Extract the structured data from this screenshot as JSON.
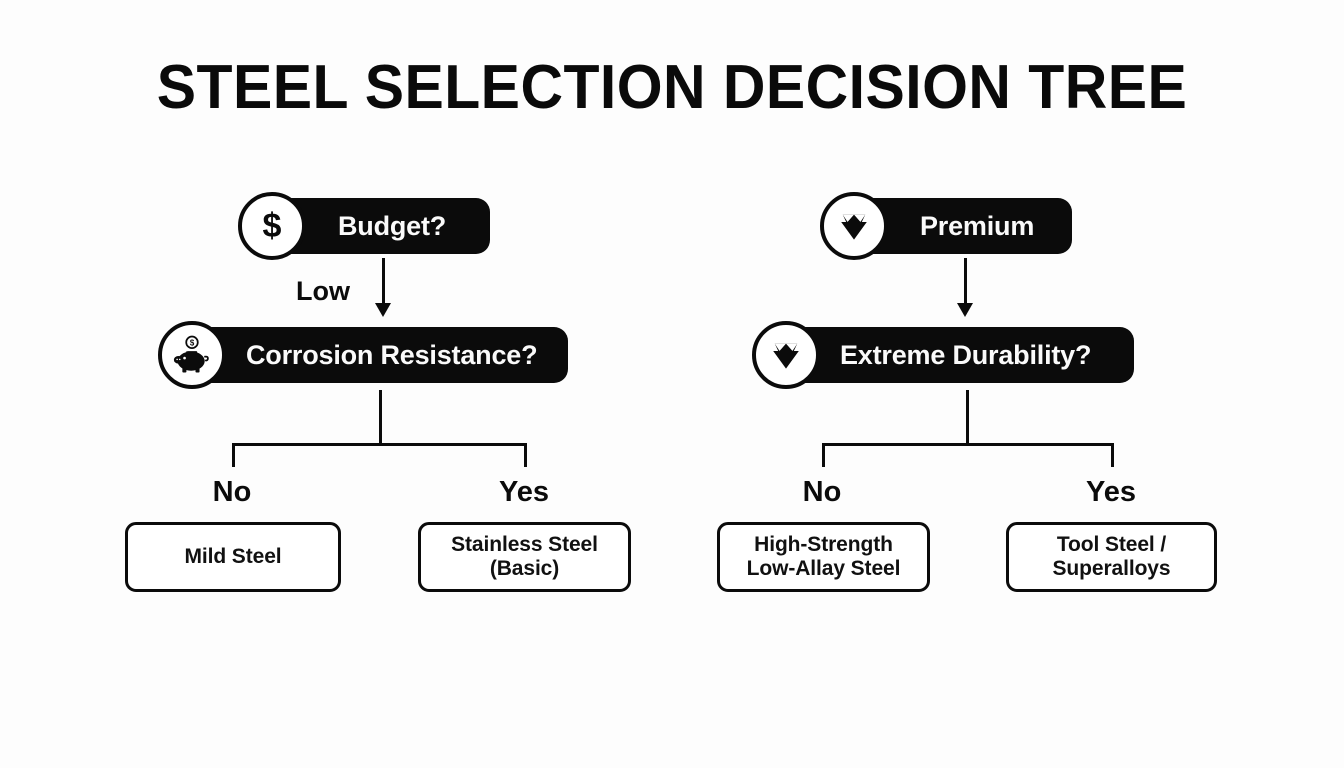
{
  "title": "STEEL SELECTION DECISION TREE",
  "theme": {
    "background": "#fdfdfd",
    "node_fill": "#0b0b0b",
    "node_text": "#fafafa",
    "line": "#0b0b0b",
    "leaf_border": "#0b0b0b",
    "leaf_fill": "#ffffff",
    "leaf_text": "#111111"
  },
  "branches": [
    {
      "id": "budget",
      "root": {
        "label": "Budget?",
        "icon": "dollar-coin-icon"
      },
      "edge_label": "Low",
      "question": {
        "label": "Corrosion Resistance?",
        "icon": "piggy-bank-icon"
      },
      "outcomes": [
        {
          "branch_label": "No",
          "line1": "Mild Steel",
          "line2": ""
        },
        {
          "branch_label": "Yes",
          "line1": "Stainless Steel",
          "line2": "(Basic)"
        }
      ]
    },
    {
      "id": "premium",
      "root": {
        "label": "Premium",
        "icon": "diamond-icon"
      },
      "edge_label": "",
      "question": {
        "label": "Extreme Durability?",
        "icon": "diamond-icon"
      },
      "outcomes": [
        {
          "branch_label": "No",
          "line1": "High-Strength",
          "line2": "Low-Allay Steel"
        },
        {
          "branch_label": "Yes",
          "line1": "Tool Steel /",
          "line2": "Superalloys"
        }
      ]
    }
  ]
}
